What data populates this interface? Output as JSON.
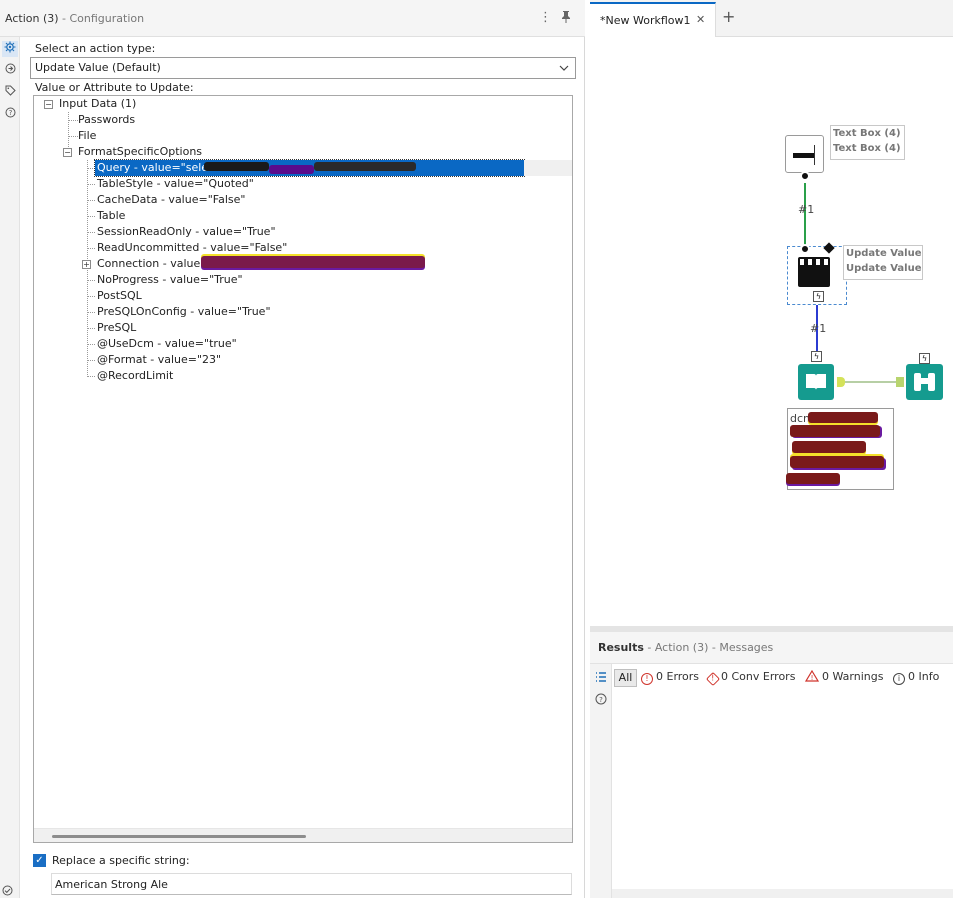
{
  "config": {
    "title_strong": "Action (3)",
    "title_sub": " - Configuration",
    "menu_glyph": "⋮",
    "pin_glyph": "📌",
    "action_type_label": "Select an action type:",
    "action_type_value": "Update Value (Default)",
    "value_attr_label": "Value or Attribute to Update:",
    "tree": {
      "root": "Input Data (1)",
      "passwords": "Passwords",
      "file": "File",
      "format": "FormatSpecificOptions",
      "query": "Query - value=\"selec",
      "tablestyle": "TableStyle - value=\"Quoted\"",
      "cachedata": "CacheData - value=\"False\"",
      "table": "Table",
      "sessionreadonly": "SessionReadOnly - value=\"True\"",
      "readuncommitted": "ReadUncommitted - value=\"False\"",
      "connection": "Connection - value=",
      "noprogress": "NoProgress - value=\"True\"",
      "postsql": "PostSQL",
      "presqlonconfig": "PreSQLOnConfig - value=\"True\"",
      "presql": "PreSQL",
      "usedcm": "@UseDcm - value=\"true\"",
      "format_attr": "@Format - value=\"23\"",
      "recordlimit": "@RecordLimit"
    },
    "replace_label": "Replace a specific string:",
    "replace_value": "American Strong Ale",
    "replace_checked": true
  },
  "canvas": {
    "tab_label": "*New Workflow1",
    "textbox_label_1": "Text Box (4)",
    "textbox_label_2": "Text Box (4)",
    "update_label_1": "Update Value",
    "update_label_2": "Update Value",
    "conn_label_1": "#1",
    "conn_label_2": "#1",
    "note_text": "dcm",
    "colors": {
      "accent": "#0a68c4",
      "tool_teal": "#159b8f",
      "green_conn": "#2aa04a",
      "blue_conn": "#2b3bd1"
    }
  },
  "results": {
    "title_strong": "Results",
    "title_sub": " - Action (3) - Messages",
    "filters": {
      "all": "All",
      "errors": "0 Errors",
      "conv_errors": "0 Conv Errors",
      "warnings": "0 Warnings",
      "info": "0 Info"
    }
  }
}
